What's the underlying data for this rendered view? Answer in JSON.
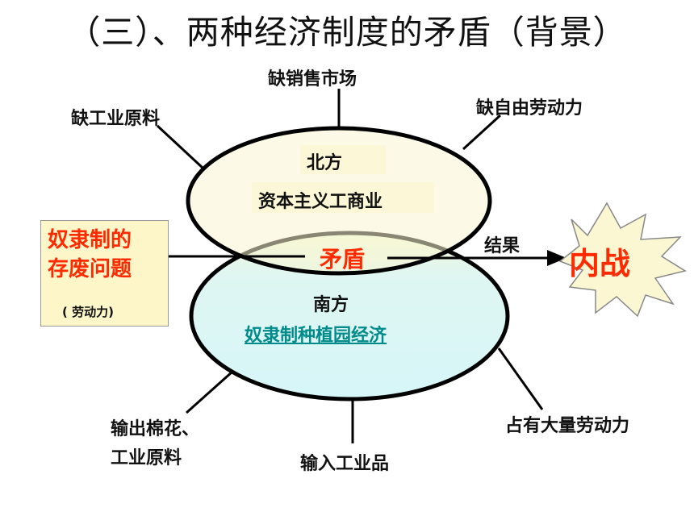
{
  "title": "（三）、两种经济制度的矛盾（背景）",
  "north": {
    "name": "北方",
    "economy": "资本主义工商业"
  },
  "south": {
    "name": "南方",
    "economy": "奴隶制种植园经济"
  },
  "conflict": "矛盾",
  "result_label": "结果",
  "war": "内战",
  "slavery_issue": {
    "line1": "奴隶制的",
    "line2": "存废问题",
    "note": "( 劳动力)"
  },
  "north_needs": {
    "raw_materials": "缺工业原料",
    "market": "缺销售市场",
    "labor": "缺自由劳动力"
  },
  "south_has": {
    "export_line1": "输出棉花、",
    "export_line2": "工业原料",
    "import": "输入工业品",
    "labor": "占有大量劳动力"
  },
  "colors": {
    "north_fill": "#f9f6d2",
    "south_fill": "#d8f6f8",
    "accent_red": "#ff2a00",
    "teal": "#008b8b",
    "box_fill": "#fdf6c8"
  }
}
